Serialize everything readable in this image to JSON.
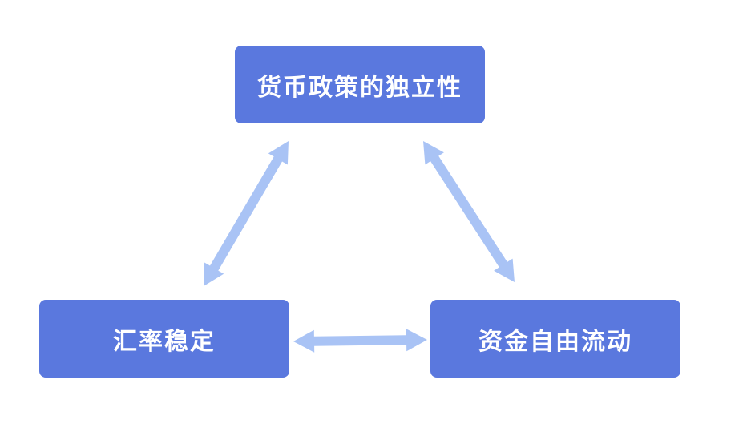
{
  "nodes": {
    "top": "货币政策的独立性",
    "left": "汇率稳定",
    "right": "资金自由流动"
  },
  "colors": {
    "node_fill": "#5a78de",
    "node_text": "#ffffff",
    "arrow_fill": "#a9c3f5"
  }
}
